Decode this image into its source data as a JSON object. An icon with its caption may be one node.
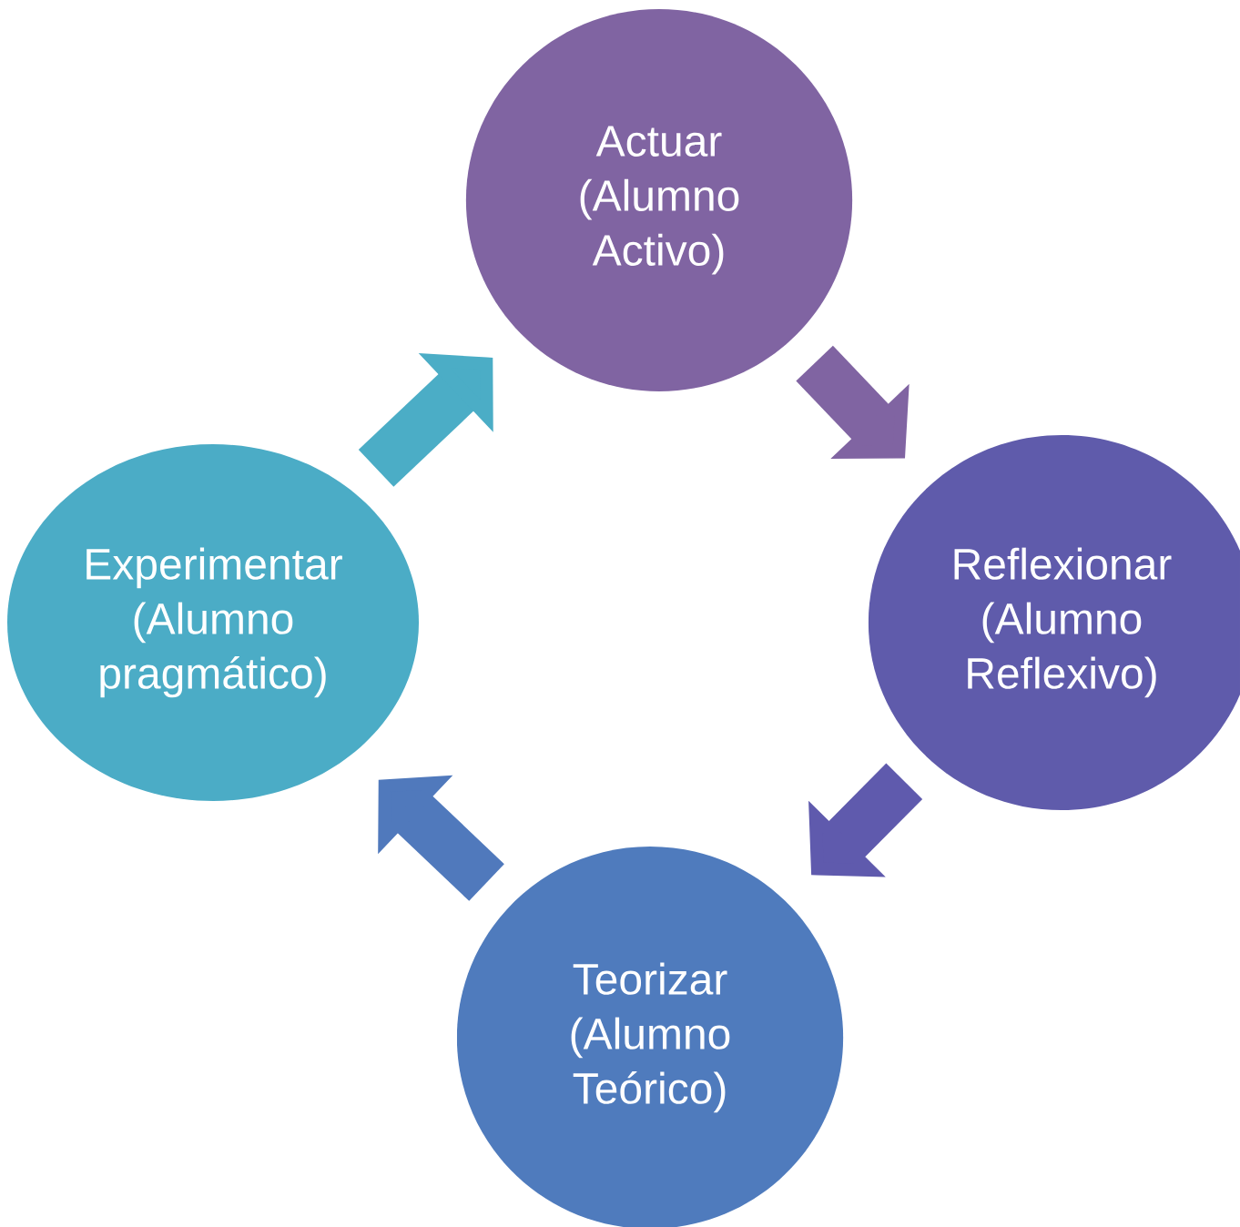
{
  "diagram": {
    "nodes": [
      {
        "text": [
          "Actuar (Alumno Activo)"
        ]
      },
      {
        "text": [
          "Reflexionar (Alumno Reflexivo)"
        ]
      },
      {
        "text": [
          "Teorizar (Alumno Teórico)"
        ]
      },
      {
        "text": [
          "Experimentar (Alumno pragmático)"
        ]
      }
    ],
    "edges": [
      {
        "from": 0,
        "to": 1,
        "arrow": "to",
        "color": "#8064a2"
      },
      {
        "from": 1,
        "to": 2,
        "arrow": "to",
        "color": "#5f5aad"
      },
      {
        "from": 2,
        "to": 3,
        "arrow": "to",
        "color": "#5079bc"
      },
      {
        "from": 3,
        "to": 0,
        "arrow": "to",
        "color": "#4badc6"
      }
    ]
  }
}
